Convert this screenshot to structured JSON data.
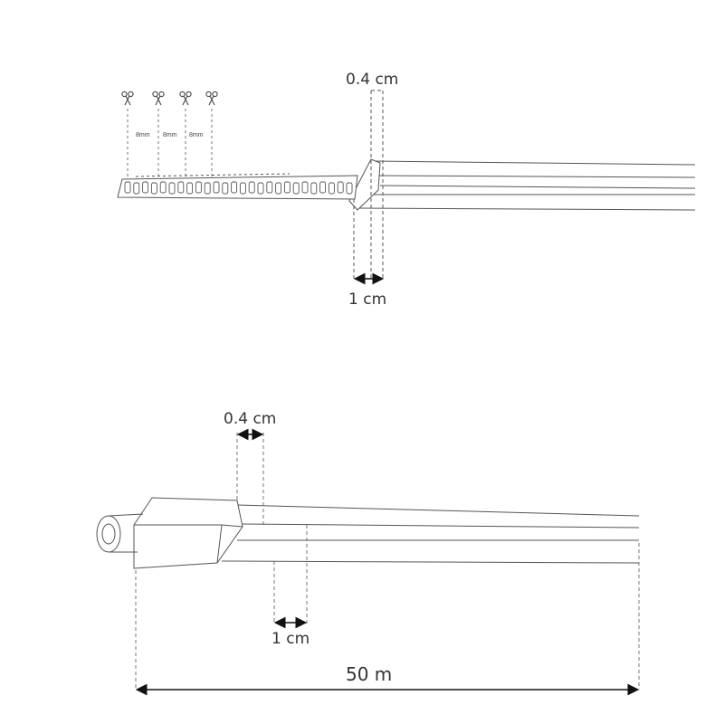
{
  "top_diagram": {
    "width_label": "0.4 cm",
    "length_label": "1 cm",
    "cut_spacing_labels": [
      "8mm",
      "8mm",
      "8mm"
    ],
    "cut_icon": "scissors-icon"
  },
  "bottom_diagram": {
    "width_label": "0.4 cm",
    "length_label": "1 cm",
    "total_length_label": "50 m"
  },
  "colors": {
    "line": "#555555",
    "text": "#333333",
    "background": "#ffffff"
  }
}
